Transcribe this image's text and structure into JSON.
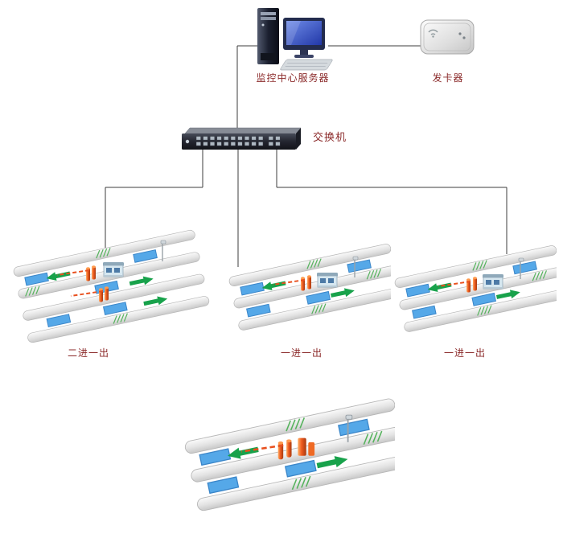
{
  "nodes": {
    "server": {
      "label": "监控中心服务器"
    },
    "card_issuer": {
      "label": "发卡器"
    },
    "switch": {
      "label": "交换机"
    }
  },
  "lanes": [
    {
      "label": "二进一出",
      "type": "two-in-one-out"
    },
    {
      "label": "一进一出",
      "type": "one-in-one-out"
    },
    {
      "label": "一进一出",
      "type": "one-in-one-out"
    },
    {
      "label": "",
      "type": "one-in-one-out-large"
    }
  ],
  "colors": {
    "label_text": "#8b2a2a",
    "connector": "#3c3c3c",
    "loop_blue": "#55a8e8",
    "arrow_green": "#18a24b",
    "barrier_orange": "#ef5a1e",
    "screen_blue": "#3a57c8"
  }
}
